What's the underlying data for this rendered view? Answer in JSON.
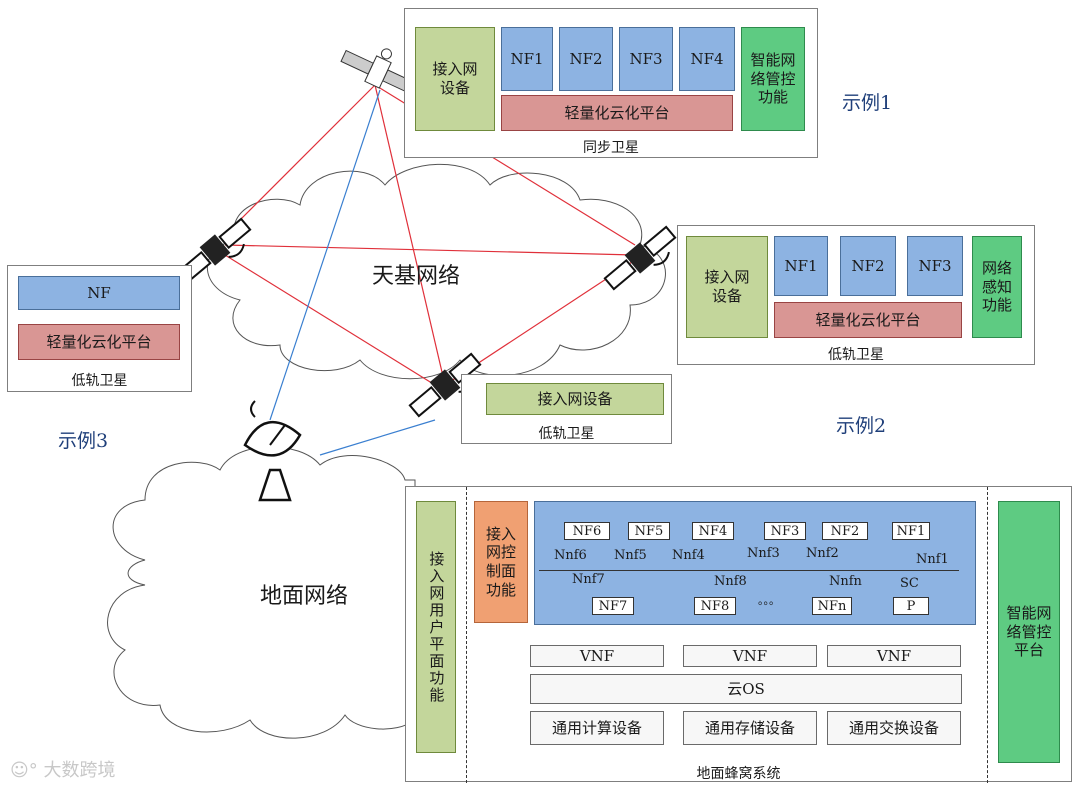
{
  "sync_sat": {
    "caption": "同步卫星",
    "access": "接入网\n设备",
    "nfs": [
      "NF1",
      "NF2",
      "NF3",
      "NF4"
    ],
    "cloud_platform": "轻量化云化平台",
    "control": "智能网\n络管控\n功能"
  },
  "example1": "示例1",
  "example2": "示例2",
  "example3": "示例3",
  "leo_right": {
    "caption": "低轨卫星",
    "access": "接入网\n设备",
    "nfs": [
      "NF1",
      "NF2",
      "NF3"
    ],
    "cloud_platform": "轻量化云化平台",
    "sense": "网络\n感知\n功能"
  },
  "leo_left": {
    "caption": "低轨卫星",
    "nf": "NF",
    "cloud_platform": "轻量化云化平台"
  },
  "leo_middle": {
    "caption": "低轨卫星",
    "access": "接入网设备"
  },
  "space_network": "天基网络",
  "ground_network": "地面网络",
  "cellular": {
    "caption": "地面蜂窝系统",
    "user_plane": "接入网用户平面功能",
    "control_plane": "接入\n网控\n制面\n功能",
    "nf_top": [
      "NF6",
      "NF5",
      "NF4",
      "NF3",
      "NF2",
      "NF1"
    ],
    "nnf_top": [
      "Nnf6",
      "Nnf5",
      "Nnf4",
      "Nnf3",
      "Nnf2",
      "Nnf1"
    ],
    "nf_bottom": [
      "NF7",
      "NF8",
      "NFn",
      "P"
    ],
    "nnf_bottom": [
      "Nnf7",
      "Nnf8",
      "Nnfn",
      "SC"
    ],
    "ellipsis": "。。。",
    "vnfs": [
      "VNF",
      "VNF",
      "VNF"
    ],
    "cloud_os": "云OS",
    "hardware": [
      "通用计算设备",
      "通用存储设备",
      "通用交换设备"
    ],
    "platform": "智能网\n络管控\n平台"
  },
  "watermark": "大数跨境"
}
